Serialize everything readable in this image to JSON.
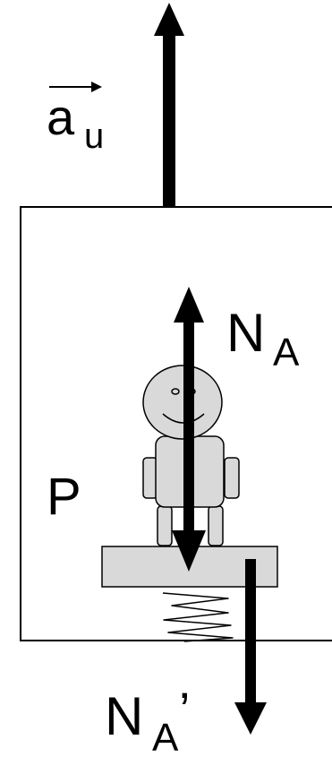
{
  "labels": {
    "acceleration": "a",
    "acceleration_subscript": "u",
    "normal_force": "N",
    "normal_force_subscript": "A",
    "weight": "P",
    "reaction_force": "N",
    "reaction_force_subscript": "A",
    "reaction_force_prime": "’"
  },
  "icons": {
    "acceleration_arrow": "arrow-up-icon",
    "normal_force_arrow": "arrow-up-icon",
    "weight_arrow": "arrow-down-icon",
    "reaction_arrow": "arrow-down-icon",
    "vector_over_arrow": "vector-arrow-icon",
    "spring": "spring-icon",
    "person": "person-icon"
  },
  "colors": {
    "stroke": "#000000",
    "person_fill": "#d9d9d9",
    "scale_fill": "#d9d9d9",
    "background": "#ffffff"
  }
}
